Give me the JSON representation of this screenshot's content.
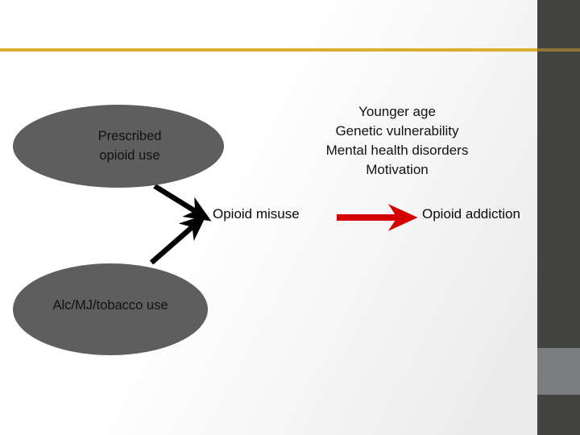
{
  "slide": {
    "background_gradient_from": "#ffffff",
    "background_gradient_to": "#eaeaea",
    "accent_rule_color": "#d9ae33",
    "side_band_color": "#434341",
    "side_band_highlight_color": "#7b7c7f",
    "node_fill_color": "#5e5e5e",
    "arrow_black_color": "#000000",
    "arrow_red_color": "#d40000"
  },
  "diagram": {
    "type": "flow",
    "nodes": [
      {
        "id": "prescribed-opioid-use",
        "label": "Prescribed\nopioid use",
        "line1": "Prescribed",
        "line2": "opioid use",
        "shape": "ellipse"
      },
      {
        "id": "alc-mj-tobacco-use",
        "label": "Alc/MJ/tobacco use",
        "shape": "ellipse"
      },
      {
        "id": "opioid-misuse",
        "label": "Opioid misuse",
        "shape": "text"
      },
      {
        "id": "opioid-addiction",
        "label": "Opioid addiction",
        "shape": "text"
      }
    ],
    "risk_factors": {
      "items": [
        "Younger age",
        "Genetic vulnerability",
        "Mental health disorders",
        "Motivation"
      ]
    },
    "edges": [
      {
        "id": "prescribed-to-misuse",
        "from": "prescribed-opioid-use",
        "to": "opioid-misuse",
        "color": "#000000"
      },
      {
        "id": "substances-to-misuse",
        "from": "alc-mj-tobacco-use",
        "to": "opioid-misuse",
        "color": "#000000"
      },
      {
        "id": "misuse-to-addiction",
        "from": "opioid-misuse",
        "to": "opioid-addiction",
        "color": "#d40000"
      }
    ]
  }
}
